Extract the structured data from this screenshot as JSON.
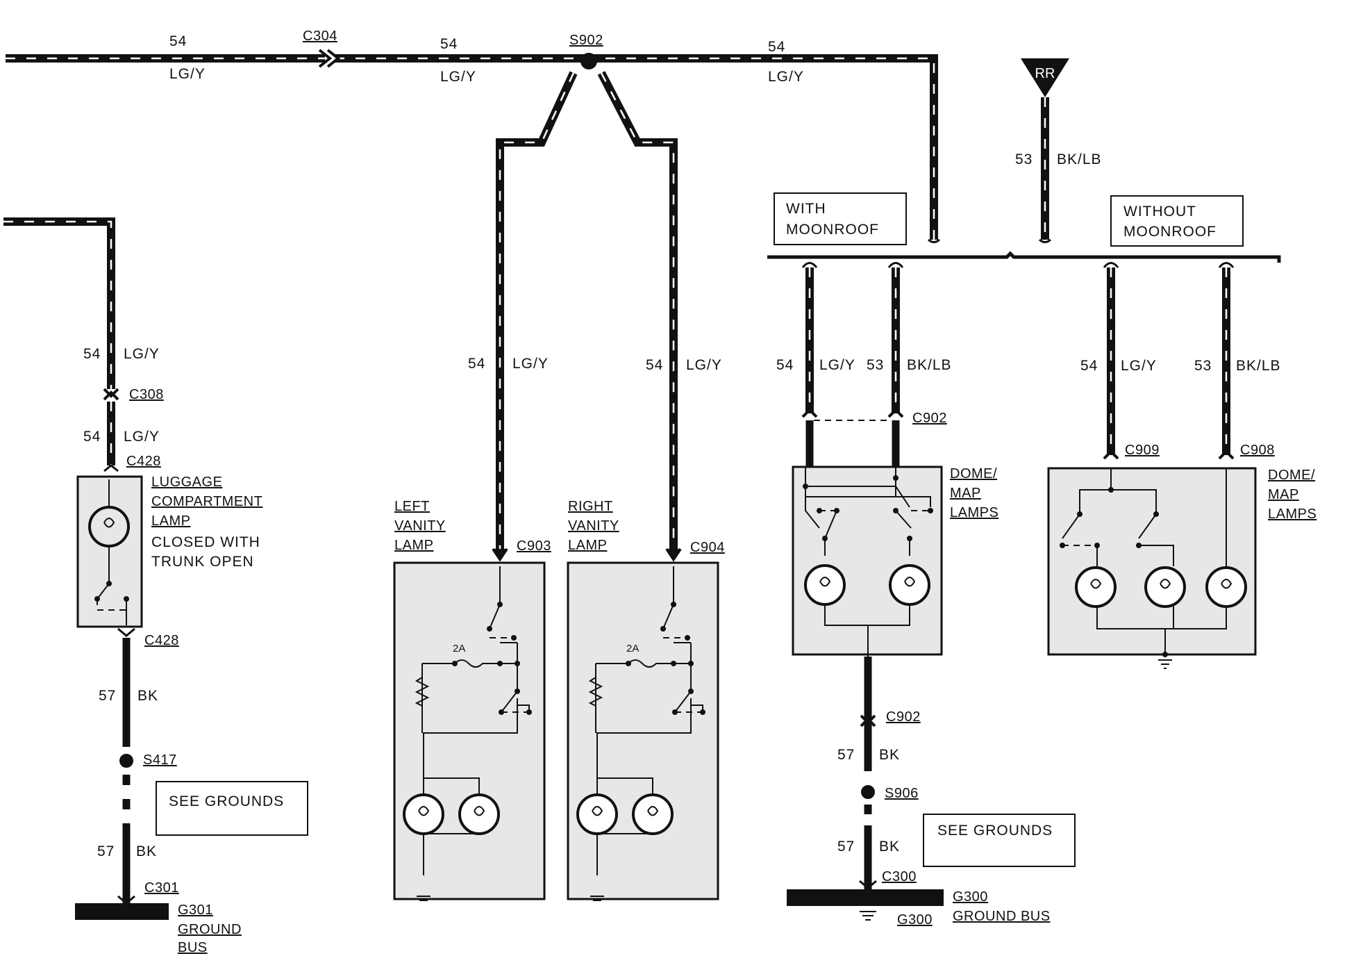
{
  "wires": {
    "top_left": {
      "circuit": "54",
      "color": "LG/Y"
    },
    "top_mid": {
      "circuit": "54",
      "color": "LG/Y"
    },
    "top_right": {
      "circuit": "54",
      "color": "LG/Y"
    },
    "rr_feed": {
      "circuit": "53",
      "color": "BK/LB"
    },
    "luggage_upper": {
      "circuit": "54",
      "color": "LG/Y"
    },
    "luggage_lower": {
      "circuit": "54",
      "color": "LG/Y"
    },
    "luggage_ground_a": {
      "circuit": "57",
      "color": "BK"
    },
    "luggage_ground_b": {
      "circuit": "57",
      "color": "BK"
    },
    "left_vanity": {
      "circuit": "54",
      "color": "LG/Y"
    },
    "right_vanity": {
      "circuit": "54",
      "color": "LG/Y"
    },
    "moon_a": {
      "circuit": "54",
      "color": "LG/Y"
    },
    "moon_b": {
      "circuit": "53",
      "color": "BK/LB"
    },
    "nomoon_a": {
      "circuit": "54",
      "color": "LG/Y"
    },
    "nomoon_b": {
      "circuit": "53",
      "color": "BK/LB"
    },
    "dome_ground_a": {
      "circuit": "57",
      "color": "BK"
    },
    "dome_ground_b": {
      "circuit": "57",
      "color": "BK"
    }
  },
  "connectors": {
    "c304": "C304",
    "s902": "S902",
    "c308": "C308",
    "c428_top": "C428",
    "c428_bottom": "C428",
    "s417": "S417",
    "c301": "C301",
    "g301": "G301",
    "c903": "C903",
    "c904": "C904",
    "c902_top": "C902",
    "c902_bottom": "C902",
    "c909": "C909",
    "c908": "C908",
    "s906": "S906",
    "c300": "C300",
    "g300_right": "G300",
    "g300_bottom": "G300",
    "rr": "RR"
  },
  "labels": {
    "with_moonroof": [
      "WITH",
      "MOONROOF"
    ],
    "without_moonroof": [
      "WITHOUT",
      "MOONROOF"
    ],
    "luggage_lamp": [
      "LUGGAGE",
      "COMPARTMENT",
      "LAMP"
    ],
    "luggage_note": [
      "CLOSED WITH",
      "TRUNK OPEN"
    ],
    "left_vanity": [
      "LEFT",
      "VANITY",
      "LAMP"
    ],
    "right_vanity": [
      "RIGHT",
      "VANITY",
      "LAMP"
    ],
    "dome_map_1": [
      "DOME/",
      "MAP",
      "LAMPS"
    ],
    "dome_map_2": [
      "DOME/",
      "MAP",
      "LAMPS"
    ],
    "see_grounds_left": "SEE GROUNDS",
    "see_grounds_right": "SEE GROUNDS",
    "ground_bus": [
      "GROUND",
      "BUS"
    ],
    "ground_bus_right": "GROUND BUS",
    "fuse_left": "2A",
    "fuse_right": "2A"
  }
}
